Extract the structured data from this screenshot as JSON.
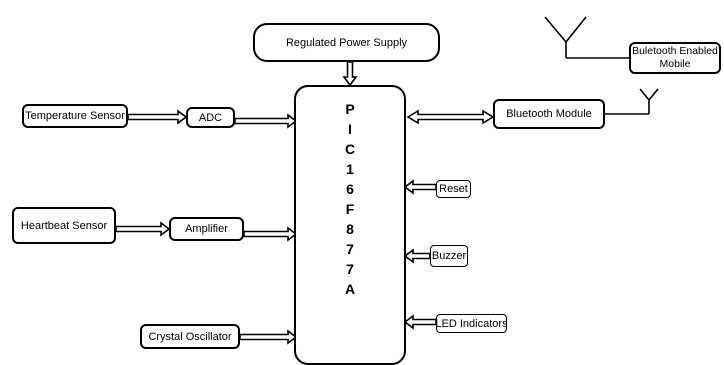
{
  "blocks": {
    "power_supply": "Regulated Power Supply",
    "temperature_sensor": "Temperature Sensor",
    "adc": "ADC",
    "heartbeat_sensor": "Heartbeat Sensor",
    "amplifier": "Amplifier",
    "crystal_oscillator": "Crystal Oscillator",
    "microcontroller": [
      "P",
      "I",
      "C",
      "1",
      "6",
      "F",
      "8",
      "7",
      "7",
      "A"
    ],
    "bluetooth_module": "Bluetooth Module",
    "mobile": "Buletooth Enabled Mobile",
    "reset": "Reset",
    "buzzer": "Buzzer",
    "led_indicators": "LED Indicators"
  },
  "colors": {
    "line": "#000000",
    "background": "#ffffff"
  }
}
